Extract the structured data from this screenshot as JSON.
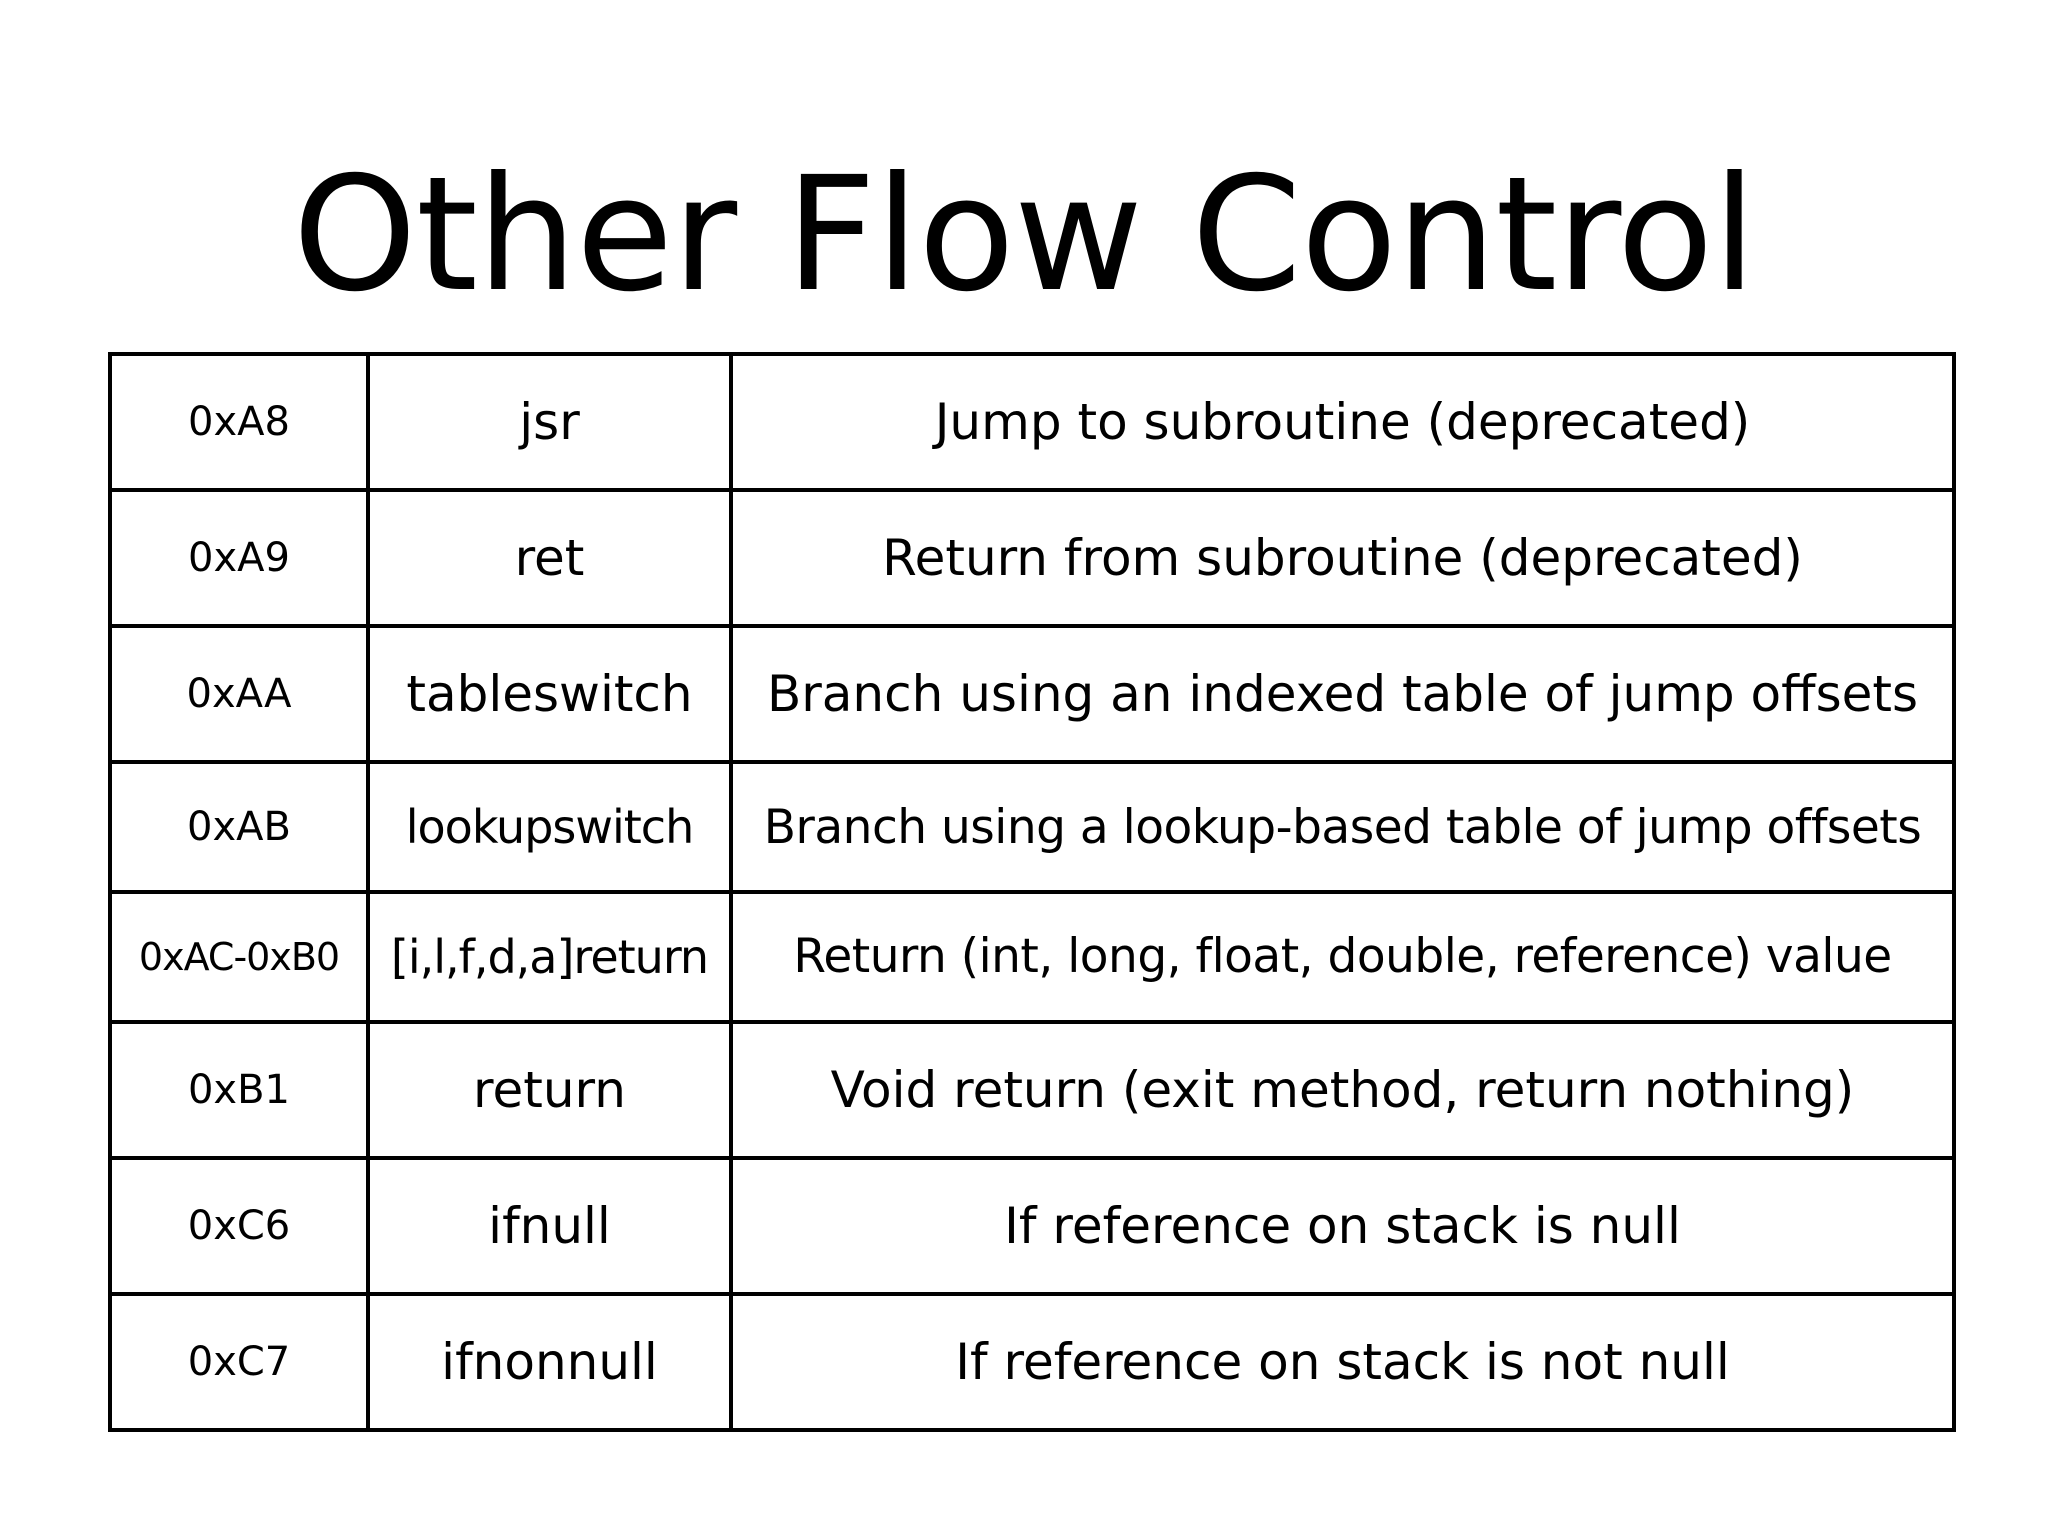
{
  "slide": {
    "title": "Other Flow Control",
    "rows": [
      {
        "code": "0xA8",
        "name": "jsr",
        "description": "Jump to subroutine (deprecated)"
      },
      {
        "code": "0xA9",
        "name": "ret",
        "description": "Return from subroutine (deprecated)"
      },
      {
        "code": "0xAA",
        "name": "tableswitch",
        "description": "Branch using an indexed table of jump offsets"
      },
      {
        "code": "0xAB",
        "name": "lookupswitch",
        "description": "Branch using a lookup-based table of jump offsets"
      },
      {
        "code": "0xAC-0xB0",
        "name": "[i,l,f,d,a]return",
        "description": "Return (int, long, float, double, reference) value"
      },
      {
        "code": "0xB1",
        "name": "return",
        "description": "Void return (exit method, return nothing)"
      },
      {
        "code": "0xC6",
        "name": "ifnull",
        "description": "If reference on stack is null"
      },
      {
        "code": "0xC7",
        "name": "ifnonnull",
        "description": "If reference on stack is not null"
      }
    ]
  }
}
